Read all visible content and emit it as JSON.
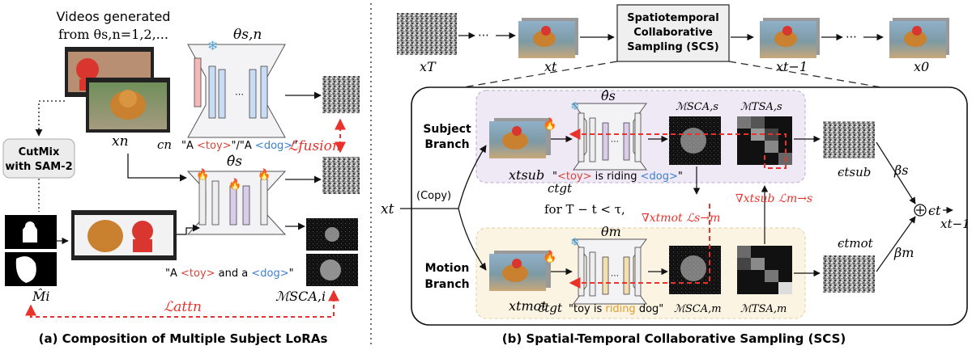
{
  "panel_a": {
    "videos_line1": "Videos generated",
    "videos_line2": "from θs,n=1,2,...",
    "theta_sn": "θs,n",
    "theta_hat_s": "θ̂s",
    "x_n": "xn",
    "c_n": "cn",
    "prompt_q1": "\"A ",
    "prompt_toy": "<toy>",
    "prompt_mid": "\"/\"A ",
    "prompt_dog": "<dog>",
    "prompt_end": "\"",
    "cutmix_line1": "CutMix",
    "cutmix_line2": "with SAM-2",
    "prompt2_a": "\"A ",
    "prompt2_toy": "<toy>",
    "prompt2_mid": " and a ",
    "prompt2_dog": "<dog>",
    "prompt2_end": "\"",
    "l_fusion": "ℒfusion",
    "l_attn": "ℒattn",
    "m_hat_i": "M̂i",
    "m_sca_i": "ℳSCA,i",
    "caption": "(a) Composition of Multiple Subject LoRAs"
  },
  "panel_b": {
    "x_T": "xT",
    "x_t": "xt",
    "x_t_minus_1": "xt−1",
    "x_0": "x0",
    "scs_line1": "Spatiotemporal",
    "scs_line2": "Collaborative",
    "scs_line3": "Sampling (SCS)",
    "subject_branch_1": "Subject",
    "subject_branch_2": "Branch",
    "motion_branch_1": "Motion",
    "motion_branch_2": "Branch",
    "copy": "(Copy)",
    "x_t_input": "xt",
    "x_t_sub": "xtsub",
    "x_t_mot": "xtmot",
    "c_tgt": "ctgt",
    "c_tilde_tgt": "c̃tgt",
    "theta_hat_s": "θ̂s",
    "theta_m": "θm",
    "m_sca_s": "ℳSCA,s",
    "m_tsa_s": "ℳTSA,s",
    "m_sca_m": "ℳSCA,m",
    "m_tsa_m": "ℳTSA,m",
    "eps_sub": "ϵtsub",
    "eps_mot": "ϵtmot",
    "beta_s": "βs",
    "beta_m": "βm",
    "eps_t": "ϵt",
    "x_out": "xt−1",
    "subj_prompt_q": "\"",
    "subj_prompt_toy": "<toy>",
    "subj_prompt_mid": " is riding ",
    "subj_prompt_dog": "<dog>",
    "subj_prompt_end": "\"",
    "mot_prompt_a": "\"toy is ",
    "mot_prompt_riding": "riding",
    "mot_prompt_b": " dog\"",
    "condition": "for T − t < τ,",
    "grad_s_to_m": "∇xtmot ℒs→m",
    "grad_m_to_s": "∇xtsub ℒm→s",
    "caption": "(b) Spatial-Temporal Collaborative Sampling (SCS)"
  },
  "colors": {
    "red_dash": "#e8322b",
    "toy_token": "#d9443a",
    "dog_token": "#3a7fd0",
    "riding_token": "#e39b2a",
    "subject_bg": "#efe9f6",
    "motion_bg": "#fbf4e2"
  }
}
